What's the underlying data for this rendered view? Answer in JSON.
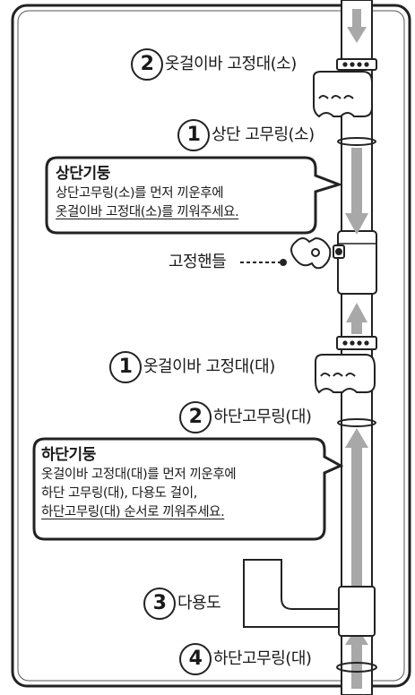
{
  "labels": {
    "upper_holder": {
      "number": "2",
      "text": "옷걸이바 고정대(소)"
    },
    "upper_ring": {
      "number": "1",
      "text": "상단 고무링(소)"
    },
    "lower_holder": {
      "number": "1",
      "text": "옷걸이바 고정대(대)"
    },
    "lower_ring": {
      "number": "2",
      "text": "하단고무링(대)"
    },
    "multi_hook": {
      "number": "3",
      "text": "다용도"
    },
    "bottom_ring": {
      "number": "4",
      "text": "하단고무링(대)"
    },
    "knob": "고정핸들"
  },
  "upper_note": {
    "title": "상단기둥",
    "line1": "상단고무링(소)를 먼저 끼운후에",
    "line2": "옷걸이바 고정대(소)를 끼워주세요."
  },
  "lower_note": {
    "title": "하단기둥",
    "line1": "옷걸이바 고정대(대)를 먼저 끼운후에",
    "line2": "하단 고무링(대), 다용도 걸이,",
    "line3": "하단고무링(대) 순서로 끼워주세요."
  },
  "colors": {
    "pole_fill": "#ffffff",
    "arrow": "#a8a8a8",
    "outline": "#1f1f1f"
  }
}
